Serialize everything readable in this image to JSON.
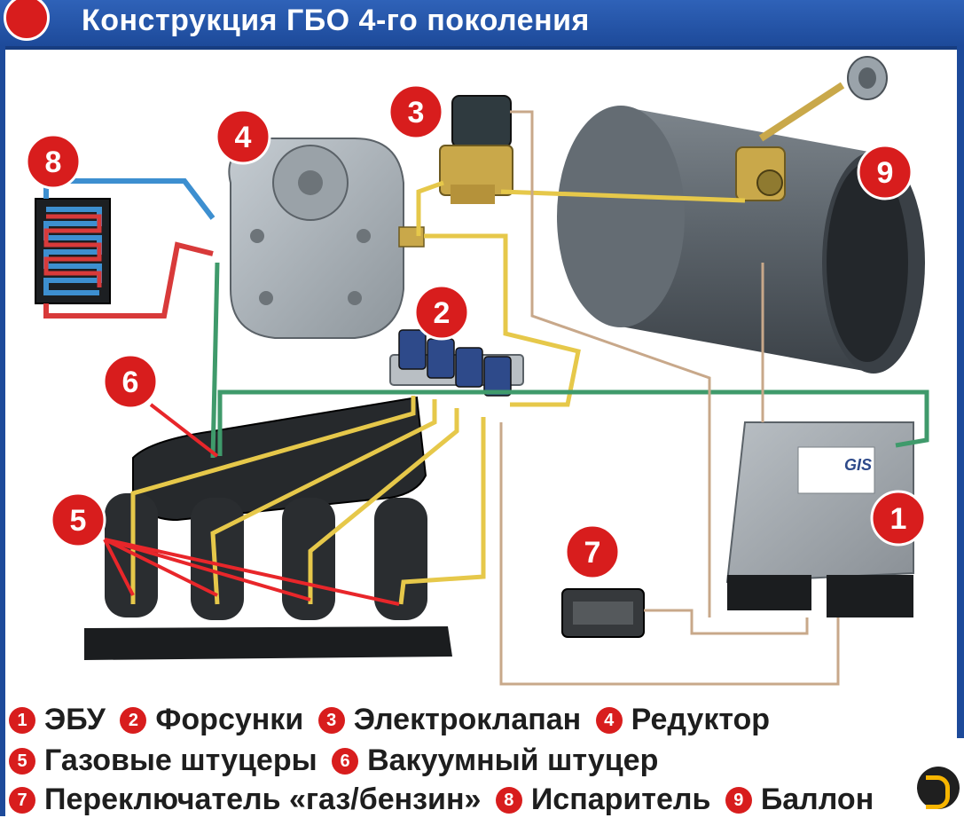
{
  "header": {
    "title": "Конструкция ГБО 4-го поколения"
  },
  "badges": [
    {
      "num": "1"
    },
    {
      "num": "2"
    },
    {
      "num": "3"
    },
    {
      "num": "4"
    },
    {
      "num": "5"
    },
    {
      "num": "6"
    },
    {
      "num": "7"
    },
    {
      "num": "8"
    },
    {
      "num": "9"
    }
  ],
  "ecu_brand": "GIS",
  "legend": {
    "rows": [
      [
        {
          "num": "1",
          "label": "ЭБУ"
        },
        {
          "num": "2",
          "label": "Форсунки"
        },
        {
          "num": "3",
          "label": "Электроклапан"
        },
        {
          "num": "4",
          "label": "Редуктор"
        }
      ],
      [
        {
          "num": "5",
          "label": "Газовые штуцеры"
        },
        {
          "num": "6",
          "label": "Вакуумный штуцер"
        }
      ],
      [
        {
          "num": "7",
          "label": "Переключатель «газ/бензин»"
        },
        {
          "num": "8",
          "label": "Испаритель"
        },
        {
          "num": "9",
          "label": "Баллон"
        }
      ]
    ]
  },
  "colors": {
    "badge": "#d81d1d",
    "header": "#1d4a9a",
    "gas_line": "#e6c84a",
    "vacuum_line": "#3f9a6b",
    "wire": "#c8a88a"
  }
}
